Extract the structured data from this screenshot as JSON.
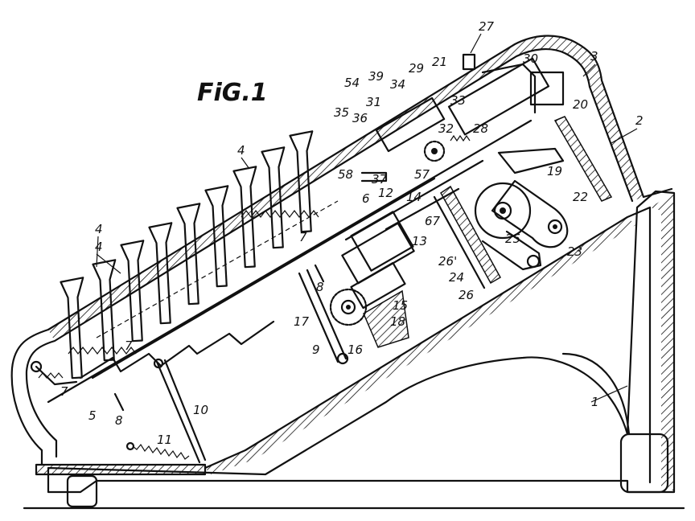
{
  "figure": {
    "title": "FiG.1",
    "labels": [
      {
        "id": "l27",
        "text": "27"
      },
      {
        "id": "l30",
        "text": "30"
      },
      {
        "id": "l3",
        "text": "3"
      },
      {
        "id": "l2",
        "text": "2"
      },
      {
        "id": "l54",
        "text": "54"
      },
      {
        "id": "l39",
        "text": "39"
      },
      {
        "id": "l29",
        "text": "29"
      },
      {
        "id": "l21",
        "text": "21"
      },
      {
        "id": "l34",
        "text": "34"
      },
      {
        "id": "l31",
        "text": "31"
      },
      {
        "id": "l35",
        "text": "35"
      },
      {
        "id": "l36",
        "text": "36"
      },
      {
        "id": "l33",
        "text": "33"
      },
      {
        "id": "l32",
        "text": "32"
      },
      {
        "id": "l28",
        "text": "28"
      },
      {
        "id": "l20",
        "text": "20"
      },
      {
        "id": "l4a",
        "text": "4"
      },
      {
        "id": "l58",
        "text": "58"
      },
      {
        "id": "l37",
        "text": "37"
      },
      {
        "id": "l57",
        "text": "57"
      },
      {
        "id": "l19",
        "text": "19"
      },
      {
        "id": "l22",
        "text": "22"
      },
      {
        "id": "l6",
        "text": "6"
      },
      {
        "id": "l12",
        "text": "12"
      },
      {
        "id": "l14",
        "text": "14"
      },
      {
        "id": "l67",
        "text": "67"
      },
      {
        "id": "l13",
        "text": "13"
      },
      {
        "id": "l4b",
        "text": "4"
      },
      {
        "id": "l4c",
        "text": "4"
      },
      {
        "id": "l7a",
        "text": "7"
      },
      {
        "id": "l7b",
        "text": "7"
      },
      {
        "id": "l7c",
        "text": "7"
      },
      {
        "id": "l26p",
        "text": "26'"
      },
      {
        "id": "l25",
        "text": "25"
      },
      {
        "id": "l23",
        "text": "23"
      },
      {
        "id": "l24",
        "text": "24"
      },
      {
        "id": "l26",
        "text": "26"
      },
      {
        "id": "l8a",
        "text": "8"
      },
      {
        "id": "l15",
        "text": "15"
      },
      {
        "id": "l18",
        "text": "18"
      },
      {
        "id": "l17",
        "text": "17"
      },
      {
        "id": "l9",
        "text": "9"
      },
      {
        "id": "l16",
        "text": "16"
      },
      {
        "id": "l5",
        "text": "5"
      },
      {
        "id": "l8b",
        "text": "8"
      },
      {
        "id": "l10",
        "text": "10"
      },
      {
        "id": "l11",
        "text": "11"
      },
      {
        "id": "l1",
        "text": "1"
      }
    ]
  }
}
